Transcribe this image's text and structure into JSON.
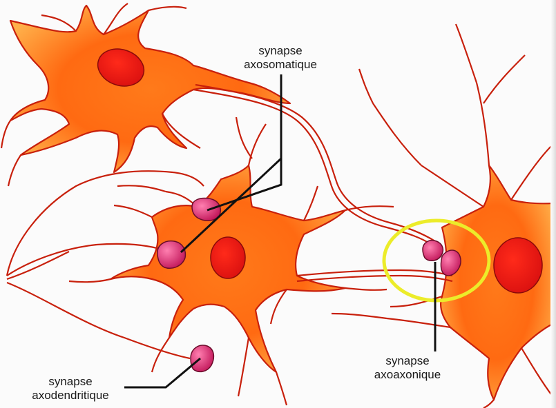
{
  "diagram": {
    "labels": {
      "axosomatic": {
        "line1": "synapse",
        "line2": "axosomatique"
      },
      "axoaxonic": {
        "line1": "synapse",
        "line2": "axoaxonique"
      },
      "axodendritic": {
        "line1": "synapse",
        "line2": "axodendritique"
      }
    },
    "colors": {
      "soma_fill": "#ff6a1f",
      "soma_glow": "#ffb347",
      "dendrite_outline": "#c8200c",
      "nucleus": "#e81414",
      "synapse_terminal": "#d81b60",
      "highlight_circle": "#ecec2a",
      "leader_line": "#111111"
    }
  }
}
